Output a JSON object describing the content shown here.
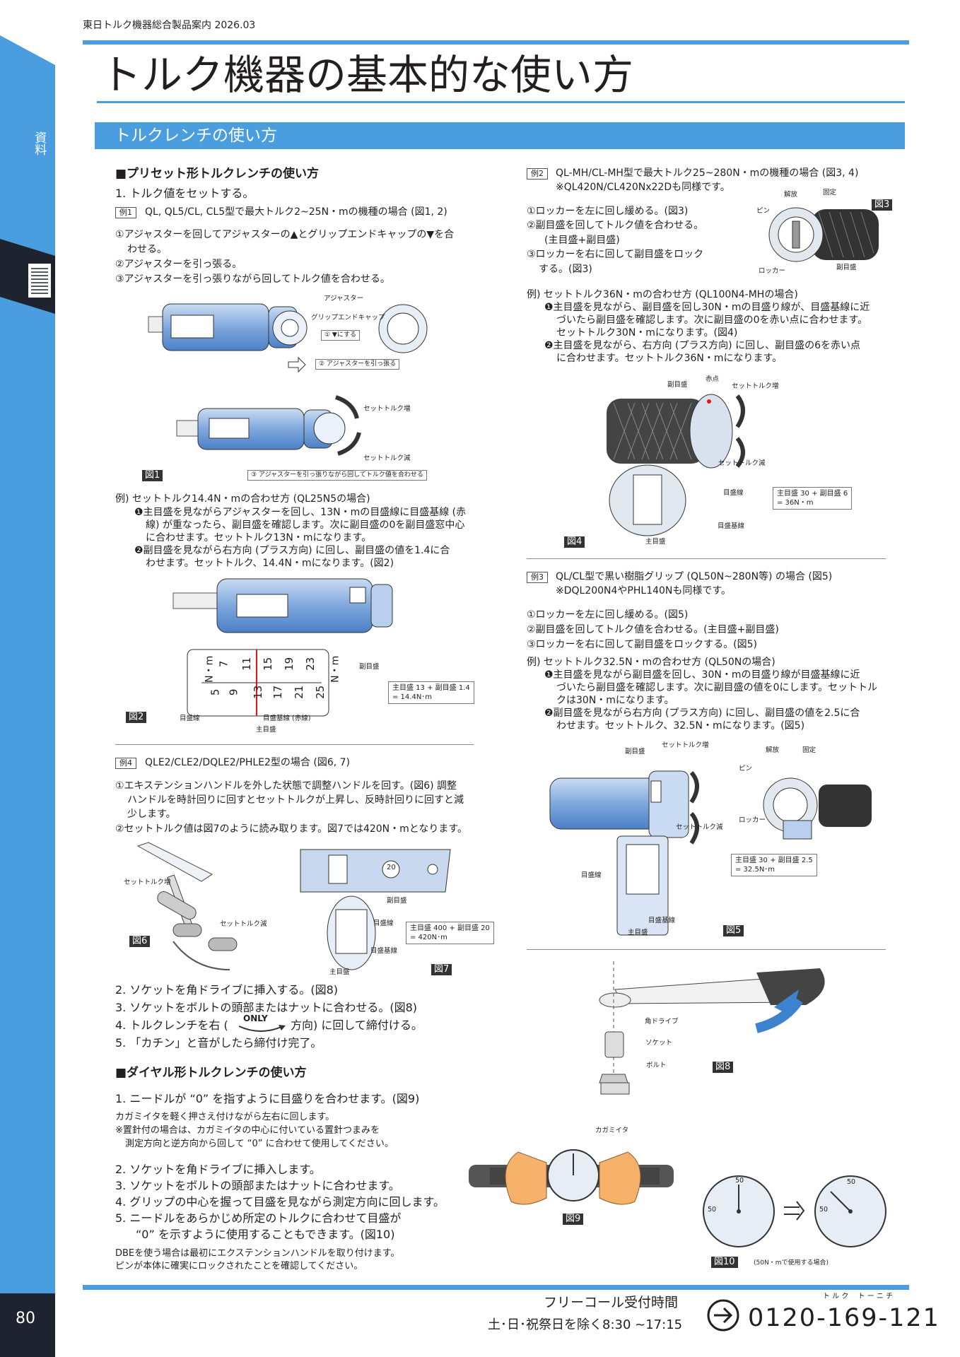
{
  "header": {
    "catalog": "東日トルク機器総合製品案内 2026.03",
    "page_title": "トルク機器の基本的な使い方",
    "section_title": "トルクレンチの使い方",
    "side_tab": "資料"
  },
  "colors": {
    "accent": "#4a9ee0",
    "dark": "#1e2330"
  },
  "left": {
    "h1": "■プリセット形トルクレンチの使い方",
    "step1": "1. トルク値をセットする。",
    "ex1_tag": "例1",
    "ex1_title": "QL, QL5/CL, CL5型で最大トルク2~25N・mの機種の場合 (図1, 2)",
    "ex1_l1": "①アジャスターを回してアジャスターの▲とグリップエンドキャップの▼を合",
    "ex1_l2": "わせる。",
    "ex1_l3": "②アジャスターを引っ張る。",
    "ex1_l4": "③アジャスターを引っ張りながら回してトルク値を合わせる。",
    "fig1": {
      "adjuster": "アジャスター",
      "grip_end_cap": "グリップエンドキャップ",
      "align": "① ▼にする",
      "pull": "② アジャスターを引っ張る",
      "inc": "セットトルク増",
      "dec": "セットトルク減",
      "pull_turn": "③ アジャスターを引っ張りながら回してトルク値を合わせる",
      "label": "図1"
    },
    "ex1b_l1": "例) セットトルク14.4N・mの合わせ方 (QL25N5の場合)",
    "ex1b_l2": "❶主目盛を見ながらアジャスターを回し、13N・mの目盛線に目盛基線 (赤",
    "ex1b_l3": "線) が重なったら、副目盛を確認します。次に副目盛の0を副目盛窓中心",
    "ex1b_l4": "に合わせます。セットトルク13N・mになります。",
    "ex1b_l5": "❷副目盛を見ながら右方向 (プラス方向) に回し、副目盛の値を1.4に合",
    "ex1b_l6": "わせます。セットトルク、14.4N・mになります。(図2)",
    "fig2": {
      "sub_scale": "副目盛",
      "scale_line": "目盛線",
      "base_line": "目盛基線 (赤線)",
      "main_scale": "主目盛",
      "calc": "主目盛 13 + 副目盛 1.4\n= 14.4N･m",
      "label": "図2",
      "ticks_top": [
        "N・m",
        "7",
        "11",
        "15",
        "19",
        "23",
        "N・m"
      ],
      "ticks_bot": [
        "5",
        "9",
        "13",
        "17",
        "21",
        "25"
      ]
    },
    "ex4_tag": "例4",
    "ex4_title": "QLE2/CLE2/DQLE2/PHLE2型の場合 (図6, 7)",
    "ex4_l1": "①エキステンションハンドルを外した状態で調整ハンドルを回す。(図6) 調整",
    "ex4_l2": "ハンドルを時計回りに回すとセットトルクが上昇し、反時計回りに回すと減",
    "ex4_l3": "少します。",
    "ex4_l4": "②セットトルク値は図7のように読み取ります。図7では420N・mとなります。",
    "fig6": {
      "inc": "セットトルク増",
      "dec": "セットトルク減",
      "label": "図6"
    },
    "fig7": {
      "sub_scale": "副目盛",
      "scale_line": "目盛線",
      "base_line": "目盛基線",
      "main_scale": "主目盛",
      "calc": "主目盛 400 + 副目盛 20\n= 420N･m",
      "label": "図7",
      "dial": "20"
    },
    "step2": "2. ソケットを角ドライブに挿入する。(図8)",
    "step3": "3. ソケットをボルトの頭部またはナットに合わせる。(図8)",
    "step4a": "4. トルクレンチを右 (",
    "only": "ONLY",
    "step4b": "方向) に回して締付ける。",
    "step5": "5. 「カチン」と音がしたら締付け完了。",
    "h2": "■ダイヤル形トルクレンチの使い方",
    "d1": "1. ニードルが “0” を指すように目盛りを合わせます。(図9)",
    "d1a": "カガミイタを軽く押さえ付けながら左右に回します。",
    "d1b": "※置針付の場合は、カガミイタの中心に付いている置針つまみを",
    "d1c": "測定方向と逆方向から回して “0” に合わせて使用してください。",
    "d2": "2. ソケットを角ドライブに挿入します。",
    "d3": "3. ソケットをボルトの頭部またはナットに合わせます。",
    "d4": "4. グリップの中心を握って目盛を見ながら測定方向に回します。",
    "d5": "5. ニードルをあらかじめ所定のトルクに合わせて目盛が",
    "d5b": "“0” を示すように使用することもできます。(図10)",
    "d6": "DBEを使う場合は最初にエクステンションハンドルを取り付けます。",
    "d7": "ピンが本体に確実にロックされたことを確認してください。"
  },
  "right": {
    "ex2_tag": "例2",
    "ex2_title": "QL-MH/CL-MH型で最大トルク25~280N・mの機種の場合 (図3, 4)",
    "ex2_sub": "※QL420N/CL420Nx22Dも同様です。",
    "ex2_l1": "①ロッカーを左に回し緩める。(図3)",
    "ex2_l2": "②副目盛を回してトルク値を合わせる。",
    "ex2_l3": "(主目盛+副目盛)",
    "ex2_l4": "③ロッカーを右に回して副目盛をロック",
    "ex2_l5": "する。(図3)",
    "fig3": {
      "release": "解放",
      "fix": "固定",
      "pin": "ピン",
      "locker": "ロッカー",
      "sub_scale": "副目盛",
      "label": "図3"
    },
    "ex2b_l1": "例) セットトルク36N・mの合わせ方 (QL100N4-MHの場合)",
    "ex2b_l2": "❶主目盛を見ながら、副目盛を回し30N・mの目盛り線が、目盛基線に近",
    "ex2b_l3": "づいたら副目盛を確認します。次に副目盛の0を赤い点に合わせます。",
    "ex2b_l4": "セットトルク30N・mになります。(図4)",
    "ex2b_l5": "❷主目盛を見ながら、右方向 (プラス方向) に回し、副目盛の6を赤い点",
    "ex2b_l6": "に合わせます。セットトルク36N・mになります。",
    "fig4": {
      "sub_scale": "副目盛",
      "red_dot": "赤点",
      "inc": "セットトルク増",
      "dec": "セットトルク減",
      "scale_line": "目盛線",
      "base_line": "目盛基線",
      "main_scale": "主目盛",
      "calc": "主目盛 30 + 副目盛 6\n= 36N・m",
      "label": "図4"
    },
    "ex3_tag": "例3",
    "ex3_title": "QL/CL型で黒い樹脂グリップ (QL50N~280N等) の場合 (図5)",
    "ex3_sub": "※DQL200N4やPHL140Nも同様です。",
    "ex3_l1": "①ロッカーを左に回し緩める。(図5)",
    "ex3_l2": "②副目盛を回してトルク値を合わせる。(主目盛+副目盛)",
    "ex3_l3": "③ロッカーを右に回して副目盛をロックする。(図5)",
    "ex3b_l1": "例) セットトルク32.5N・mの合わせ方 (QL50Nの場合)",
    "ex3b_l2": "❶主目盛を見ながら副目盛を回し、30N・mの目盛り線が目盛基線に近",
    "ex3b_l3": "づいたら副目盛を確認します。次に副目盛の値を0にします。セットトル",
    "ex3b_l4": "クは30N・mになります。",
    "ex3b_l5": "❷副目盛を見ながら右方向 (プラス方向) に回し、副目盛の値を2.5に合",
    "ex3b_l6": "わせます。セットトルク、32.5N・mになります。(図5)",
    "fig5": {
      "sub_scale": "副目盛",
      "inc": "セットトルク増",
      "dec": "セットトルク減",
      "release": "解放",
      "fix": "固定",
      "pin": "ピン",
      "locker": "ロッカー",
      "scale_line": "目盛線",
      "base_line": "目盛基線",
      "main_scale": "主目盛",
      "calc": "主目盛 30 + 副目盛 2.5\n= 32.5N･m",
      "label": "図5"
    },
    "fig8": {
      "square_drive": "角ドライブ",
      "socket": "ソケット",
      "bolt": "ボルト",
      "label": "図8"
    },
    "fig9": {
      "mirror": "カガミイタ",
      "label": "図9"
    },
    "fig10": {
      "label": "図10",
      "note": "(50N・mで使用する場合)",
      "n50": "50"
    }
  },
  "footer": {
    "page_num": "80",
    "freecall": "フリーコール受付時間",
    "hours": "土･日･祝祭日を除く8:30 ~17:15",
    "ruby": "ト ル ク　 ト ー ニ チ",
    "phone": "0120-169-121"
  }
}
